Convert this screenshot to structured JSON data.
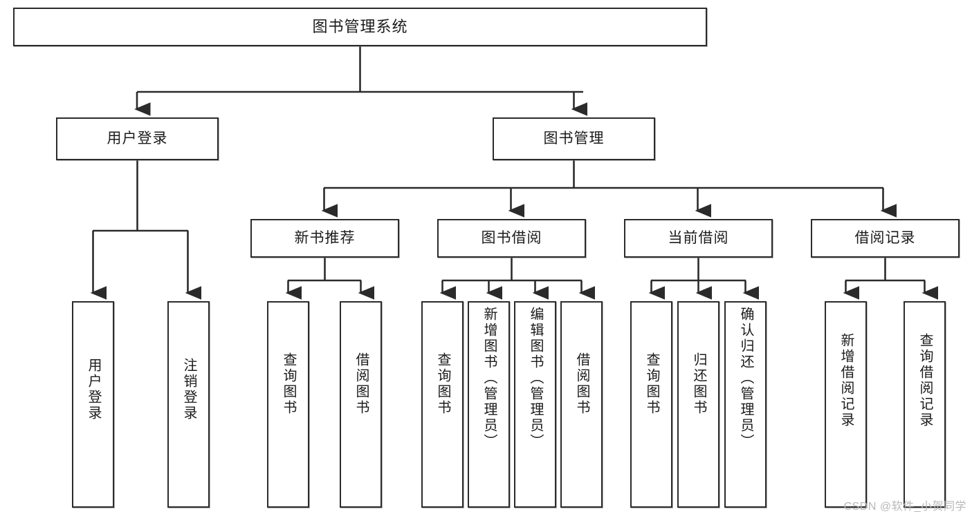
{
  "diagram": {
    "type": "tree",
    "title_node": {
      "label": "图书管理系统"
    },
    "nodes": {
      "root": "图书管理系统",
      "user_login": "用户登录",
      "book_manage": "图书管理",
      "new_book_rec": "新书推荐",
      "book_borrow": "图书借阅",
      "current_borrow": "当前借阅",
      "borrow_record": "借阅记录",
      "leaf_user_login": "用户登录",
      "leaf_logout": "注销登录",
      "leaf_query_book_a": "查询图书",
      "leaf_borrow_book_a": "借阅图书",
      "leaf_query_book_b": "查询图书",
      "leaf_add_book_admin": "新增图书（管理员）",
      "leaf_edit_book_admin": "编辑图书（管理员）",
      "leaf_borrow_book_b": "借阅图书",
      "leaf_query_book_c": "查询图书",
      "leaf_return_book": "归还图书",
      "leaf_confirm_return_admin": "确认归还（管理员）",
      "leaf_add_record": "新增借阅记录",
      "leaf_query_record": "查询借阅记录"
    },
    "colors": {
      "border": "#2b2b2b",
      "fill": "#ffffff",
      "text": "#1b1b1b",
      "watermark": "#b8b8b8"
    }
  },
  "watermark": {
    "text": "CSDN @软件_小贺同学"
  }
}
